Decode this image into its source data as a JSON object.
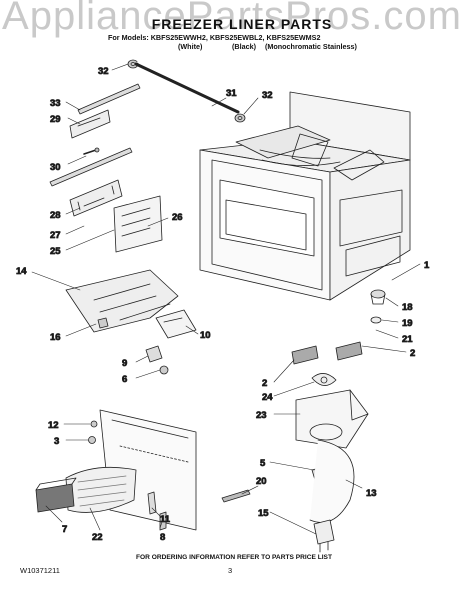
{
  "watermark": "AppliancePartsPros.com",
  "header": {
    "title": "FREEZER LINER PARTS",
    "models": "For Models: KBFS25EWWH2, KBFS25EWBL2, KBFS25EWMS2",
    "variants": [
      "(White)",
      "(Black)",
      "(Monochromatic Stainless)"
    ]
  },
  "callouts": [
    "32",
    "31",
    "32",
    "33",
    "29",
    "30",
    "28",
    "27",
    "25",
    "26",
    "14",
    "16",
    "10",
    "9",
    "6",
    "1",
    "18",
    "19",
    "21",
    "2",
    "2",
    "24",
    "23",
    "12",
    "3",
    "5",
    "13",
    "7",
    "22",
    "11",
    "8",
    "20",
    "15"
  ],
  "footer": {
    "ordering_note": "FOR ORDERING INFORMATION REFER TO PARTS PRICE LIST",
    "doc_number": "W10371211",
    "page_number": "3"
  }
}
